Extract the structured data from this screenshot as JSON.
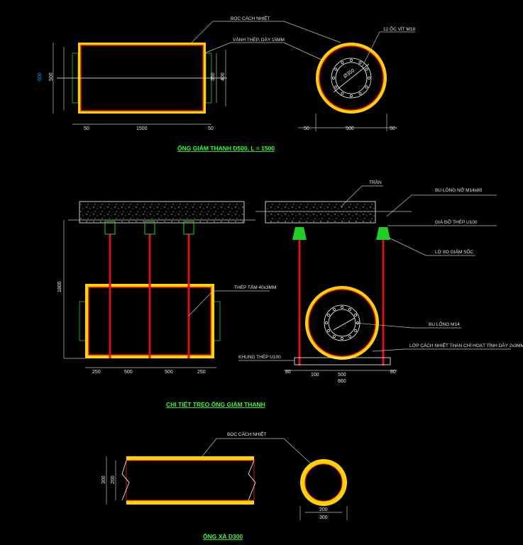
{
  "colors": {
    "background": "#000000",
    "insulation": "#ffd400",
    "steel": "#e01010",
    "title": "#33ff33",
    "dimension": "#00aaff"
  },
  "section1": {
    "title": "ỐNG GIẢM THANH D500, L = 1500",
    "label_insulation": "BỌC CÁCH NHIỆT",
    "label_ring": "VÀNH THÉP, DÀY 15MM",
    "label_bolts": "12 ỐC VÍT M18",
    "label_diameter": "Ø350",
    "dim_600": "600",
    "dim_500": "500",
    "dim_350": "350",
    "dim_400": "400",
    "dim_50a": "50",
    "dim_1500": "1500",
    "dim_50b": "50",
    "dim_c50a": "50",
    "dim_c500": "500",
    "dim_c50b": "50"
  },
  "section2": {
    "title": "CHI TIẾT TREO ỐNG GIẢM THANH",
    "label_ceiling": "TRẦN",
    "label_anchor": "BU LÔNG NỞ M14x80",
    "label_bracket": "GIÁ ĐỠ THÉP U100",
    "label_spring": "LÒ XO GIẢM SỐC",
    "label_plate": "THÉP TẤM 40x3MM",
    "label_bolt": "BU LÔNG M14",
    "label_layer": "LỚP CÁCH NHIỆT THAN CHÌ HOẠT TÍNH DÀY 2x3MM",
    "label_frame": "KHUNG THÉP U100",
    "dim_1800": "1800",
    "dim_250a": "250",
    "dim_500a": "500",
    "dim_500b": "500",
    "dim_250b": "250",
    "dim_80a": "80",
    "dim_100": "100",
    "dim_500c": "500",
    "dim_80b": "80",
    "dim_860": "860"
  },
  "section3": {
    "title": "ỐNG XẢ D300",
    "label_insulation": "BỌC CÁCH NHIỆT",
    "dim_300": "300",
    "dim_200": "200",
    "dim_c200": "200",
    "dim_c300": "300"
  }
}
